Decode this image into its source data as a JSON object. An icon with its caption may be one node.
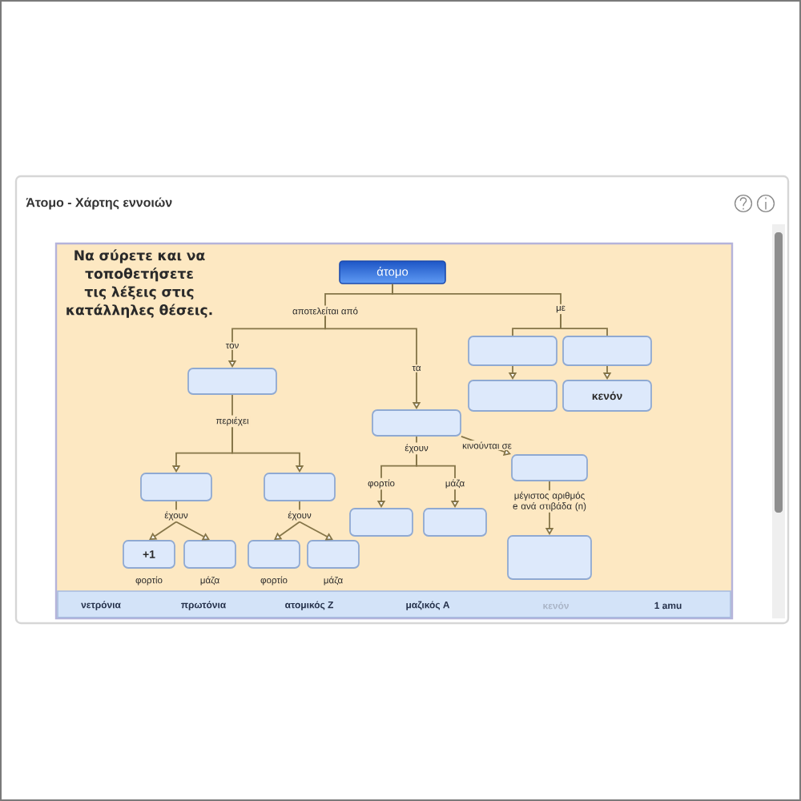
{
  "diagram": {
    "title": "Άτομο - Χάρτης εννοιών",
    "nodes": [
      {
        "text": [
          "άτομο"
        ]
      },
      {
        "text": [
          "αποτελείται από"
        ]
      },
      {
        "text": [
          "με"
        ]
      },
      {
        "text": [],
        "shape": "box"
      },
      {
        "text": [],
        "shape": "box"
      },
      {
        "text": [],
        "shape": "box"
      },
      {
        "text": [
          "κενόν"
        ]
      },
      {
        "text": [],
        "shape": "box"
      },
      {
        "text": [],
        "shape": "box"
      },
      {
        "text": [
          "περιέχει"
        ]
      },
      {
        "text": [],
        "shape": "box"
      },
      {
        "text": [],
        "shape": "box"
      },
      {
        "text": [
          "έχουν"
        ]
      },
      {
        "text": [
          "έχουν"
        ]
      },
      {
        "text": [
          "+1"
        ],
        "beside": [
          "φορτίο"
        ]
      },
      {
        "text": [],
        "shape": "box",
        "beside": [
          "μάζα"
        ]
      },
      {
        "text": [],
        "shape": "box",
        "beside": [
          "φορτίο"
        ]
      },
      {
        "text": [],
        "shape": "box",
        "beside": [
          "μάζα"
        ]
      },
      {
        "text": [
          "έχουν"
        ]
      },
      {
        "text": [],
        "shape": "box"
      },
      {
        "text": [],
        "shape": "box"
      },
      {
        "text": [],
        "shape": "box"
      },
      {
        "text": [],
        "shape": "box"
      }
    ],
    "edges": [
      {
        "from": 0,
        "to": 1,
        "arrow": "none"
      },
      {
        "from": 0,
        "to": 2,
        "arrow": "none"
      },
      {
        "from": 1,
        "to": 7,
        "arrow": "to",
        "label": "τον"
      },
      {
        "from": 1,
        "to": 8,
        "arrow": "to",
        "label": "τα"
      },
      {
        "from": 2,
        "to": 3,
        "arrow": "none"
      },
      {
        "from": 2,
        "to": 4,
        "arrow": "none"
      },
      {
        "from": 3,
        "to": 5,
        "arrow": "to"
      },
      {
        "from": 4,
        "to": 6,
        "arrow": "to"
      },
      {
        "from": 7,
        "to": 9,
        "arrow": "none"
      },
      {
        "from": 9,
        "to": 10,
        "arrow": "to"
      },
      {
        "from": 9,
        "to": 11,
        "arrow": "to"
      },
      {
        "from": 10,
        "to": 12,
        "arrow": "none"
      },
      {
        "from": 11,
        "to": 13,
        "arrow": "none"
      },
      {
        "from": 12,
        "to": 14,
        "arrow": "to"
      },
      {
        "from": 12,
        "to": 15,
        "arrow": "to"
      },
      {
        "from": 13,
        "to": 16,
        "arrow": "to"
      },
      {
        "from": 13,
        "to": 17,
        "arrow": "to"
      },
      {
        "from": 8,
        "to": 18,
        "arrow": "none"
      },
      {
        "from": 18,
        "to": 19,
        "arrow": "to",
        "label": "φορτίο"
      },
      {
        "from": 18,
        "to": 20,
        "arrow": "to",
        "label": "μάζα"
      },
      {
        "from": 8,
        "to": 21,
        "arrow": "to",
        "label": "κινούνται σε"
      },
      {
        "from": 21,
        "to": 22,
        "arrow": "to",
        "label": "μέγιστος αριθμός e ανά στιβάδα (n)"
      }
    ],
    "labels": [
      "Να σύρετε και να τοποθετήσετε τις λέξεις στις κατάλληλες θέσεις.",
      "νετρόνια",
      "πρωτόνια",
      "ατομικός Ζ",
      "μαζικός Α",
      "κενόν",
      "1 amu"
    ]
  }
}
